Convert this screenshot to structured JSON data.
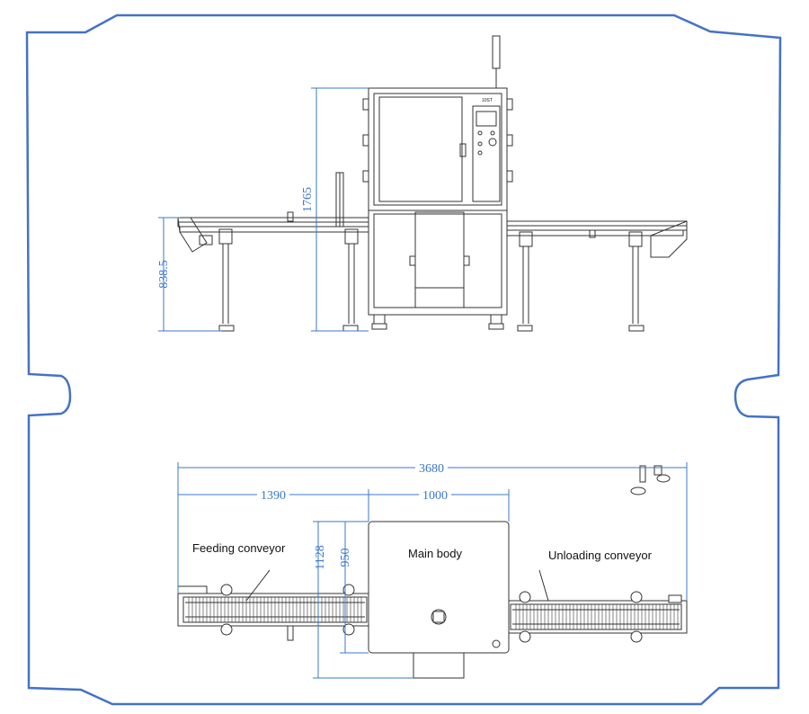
{
  "frame": {
    "color": "#4472c4"
  },
  "brand_text": "10ST",
  "dimensions": {
    "total_height": "1765",
    "conveyor_height": "838.5",
    "total_length": "3680",
    "feeding_length": "1390",
    "body_width": "1000",
    "body_depth": "1128",
    "body_inner_depth": "950"
  },
  "labels": {
    "feeding": "Feeding conveyor",
    "main": "Main body",
    "unloading": "Unloading conveyor"
  }
}
